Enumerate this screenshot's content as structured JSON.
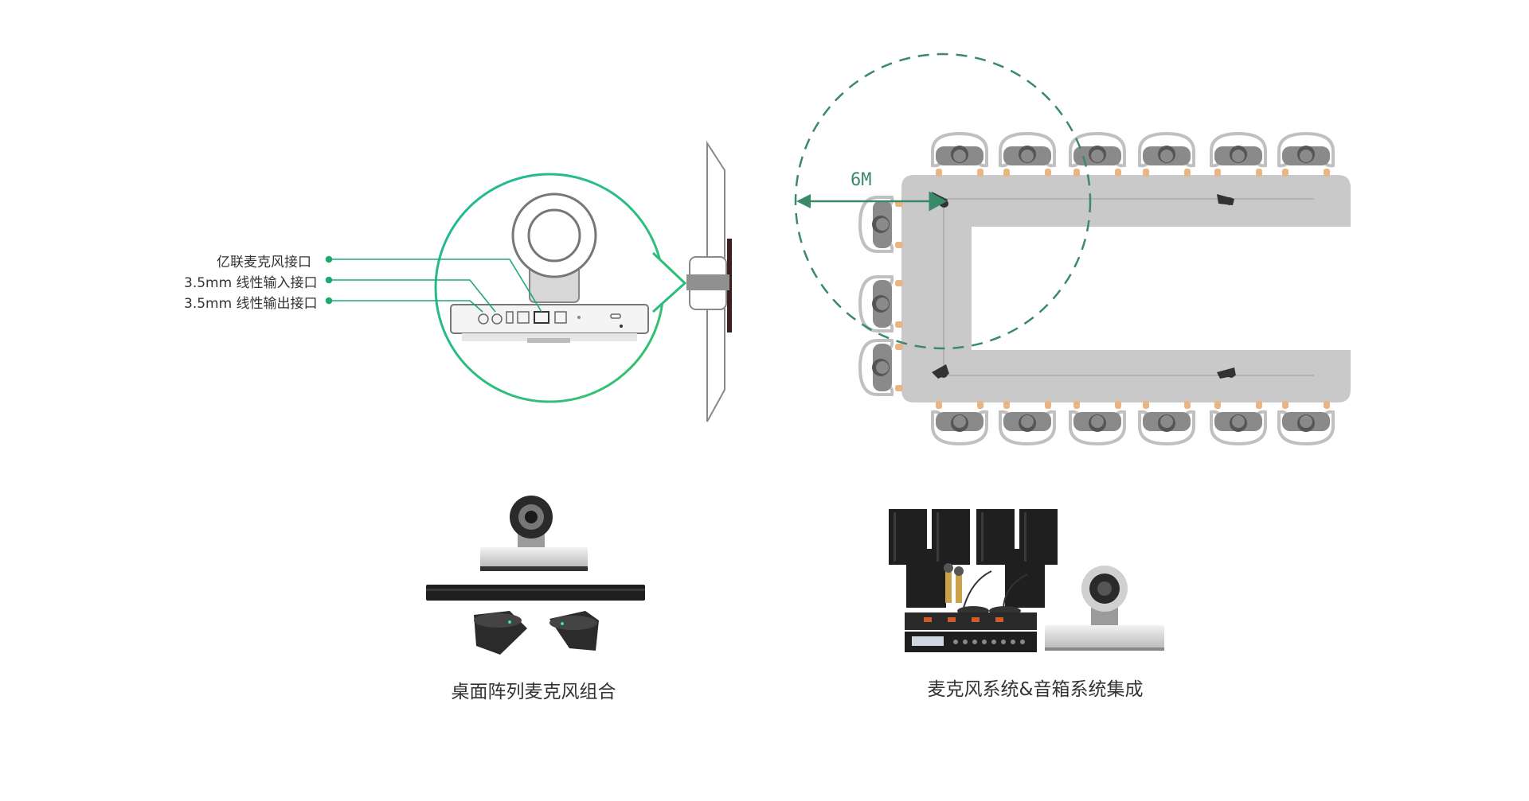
{
  "ports": {
    "mic_port": "亿联麦克风接口",
    "line_in": "3.5mm 线性输入接口",
    "line_out": "3.5mm 线性输出接口"
  },
  "room": {
    "distance_label": "6M"
  },
  "captions": {
    "left": "桌面阵列麦克风组合",
    "right": "麦克风系统&音箱系统集成"
  },
  "colors": {
    "accent_green": "#1fa86f",
    "dashed_green": "#3a8a6a",
    "table_gray": "#c8c8c8",
    "dark": "#333333"
  }
}
